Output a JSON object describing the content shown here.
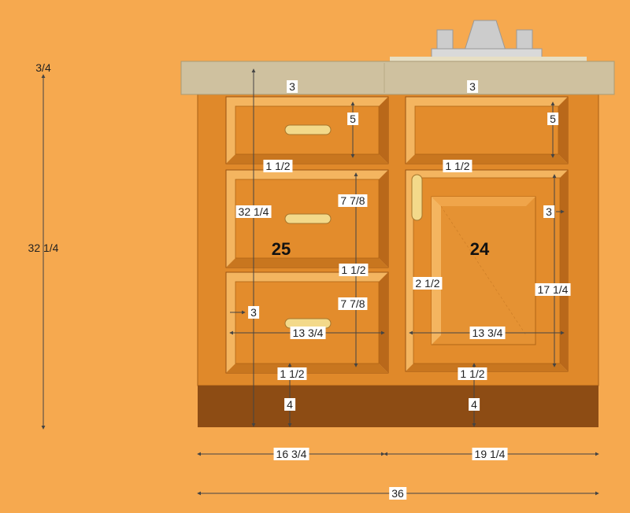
{
  "colors": {
    "background": "#f6a94f",
    "cabinet": "#e0892a",
    "panel_inset": "#e38c2c",
    "bevel_light": "#f4b560",
    "bevel_dark": "#b9681a",
    "countertop": "#cfc19f",
    "toe_kick": "#8d4c14",
    "faucet": "#cccccc",
    "handle": "#f3d98a"
  },
  "labels": {
    "top_overhang": "3/4",
    "total_height": "32 1/4",
    "left_top_rail": "3",
    "right_top_rail": "3",
    "left_drawer_height": "5",
    "right_drawer_height": "5",
    "left_rail_1": "1 1/2",
    "right_rail_1": "1 1/2",
    "left_stile_height": "32 1/4",
    "left_mid_drawer_height": "7 7/8",
    "left_count": "25",
    "right_count": "24",
    "left_rail_2": "1 1/2",
    "left_bottom_drawer_height": "7 7/8",
    "left_stile_width": "3",
    "left_drawer_width": "13 3/4",
    "door_stile_width": "2 1/2",
    "door_right_stile": "3",
    "door_height": "17 1/4",
    "door_width": "13 3/4",
    "left_bottom_rail": "1 1/2",
    "right_bottom_rail": "1 1/2",
    "left_toe_kick": "4",
    "right_toe_kick": "4",
    "left_section_width": "16 3/4",
    "right_section_width": "19 1/4",
    "total_width": "36"
  }
}
